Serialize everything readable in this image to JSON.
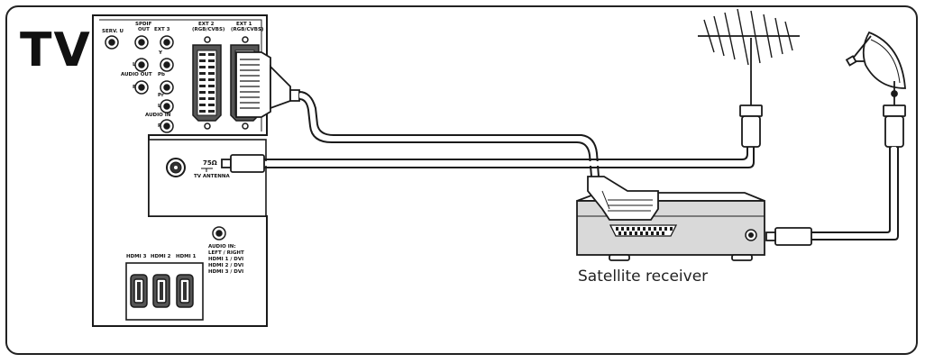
{
  "title": "TV",
  "receiver_label": "Satellite receiver",
  "panel": {
    "serv_u": "SERV. U",
    "spdif_out": [
      "SPDIF",
      "OUT"
    ],
    "ext3": "EXT 3",
    "ext2": [
      "EXT 2",
      "(RGB/CVBS)"
    ],
    "ext1": [
      "EXT 1",
      "(RGB/CVBS)"
    ],
    "audio_out": "AUDIO OUT",
    "audio_in": "AUDIO IN",
    "jack_l": "L",
    "jack_r": "R",
    "jack_y": "Y",
    "jack_pb": "Pb",
    "jack_pr": "Pr",
    "antenna_ohm": "75Ω",
    "antenna_label": "TV ANTENNA",
    "hdmi3": "HDMI 3",
    "hdmi2": "HDMI 2",
    "hdmi1": "HDMI 1",
    "audio_in_hdmi": [
      "AUDIO IN:",
      "LEFT / RIGHT",
      "HDMI 1 / DVI",
      "HDMI 2 / DVI",
      "HDMI 3 / DVI"
    ]
  },
  "colors": {
    "line": "#1a1a1a",
    "panel_fill": "#ffffff",
    "receiver_fill": "#d9d9d9"
  }
}
